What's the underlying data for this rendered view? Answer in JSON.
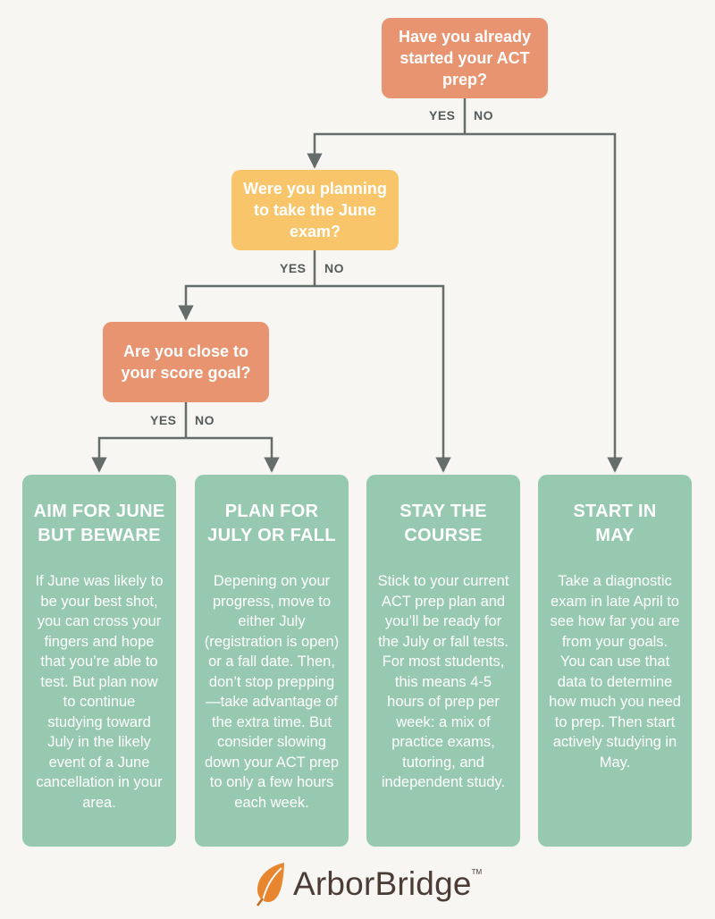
{
  "questions": [
    {
      "id": "q1",
      "text": "Have you already started your ACT prep?"
    },
    {
      "id": "q2",
      "text": "Were you planning to take the June exam?"
    },
    {
      "id": "q3",
      "text": "Are you close to your score goal?"
    }
  ],
  "branch_labels": {
    "yes": "YES",
    "no": "NO"
  },
  "outcomes": [
    {
      "title": "AIM FOR JUNE BUT BEWARE",
      "body": "If June was likely to be your best shot, you can cross your fingers and hope that you’re able to test. But plan now to continue studying toward July in the likely event of a June cancellation in your area."
    },
    {
      "title": "PLAN FOR JULY OR FALL",
      "body": "Depening on your progress, move to either July (registration is open) or a fall date. Then, don’t stop prepping—take advantage of the extra time. But consider slowing down your ACT prep to only a few hours each week."
    },
    {
      "title": "STAY THE COURSE",
      "body": "Stick to your current ACT prep plan and you’ll be ready for the July or fall tests. For most students, this means 4-5 hours of prep per week: a mix of practice exams, tutoring, and independent study."
    },
    {
      "title": "START IN MAY",
      "body": "Take a diagnostic exam in late April to see how far you are from your goals. You can use that data to determine how much you need to prep. Then start actively studying in May."
    }
  ],
  "logo": {
    "text": "ArborBridge",
    "tm": "TM",
    "icon": "leaf-icon"
  },
  "colors": {
    "background": "#f8f6f2",
    "question_orange": "#e89470",
    "question_yellow": "#f9c56a",
    "outcome_green": "#97c9b1",
    "connector": "#656d6c",
    "logo_orange": "#e8862f"
  }
}
